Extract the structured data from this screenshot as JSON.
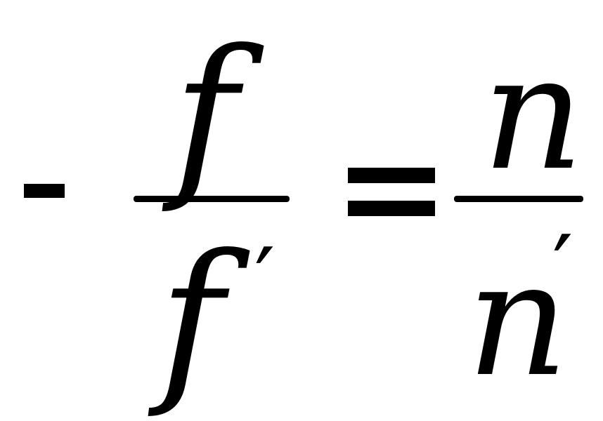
{
  "equation": {
    "sign": "-",
    "left_numerator": "f",
    "left_denominator": "f",
    "left_denominator_prime": "′",
    "relation": "=",
    "right_numerator": "n",
    "right_denominator": "n",
    "right_denominator_prime": "′"
  }
}
